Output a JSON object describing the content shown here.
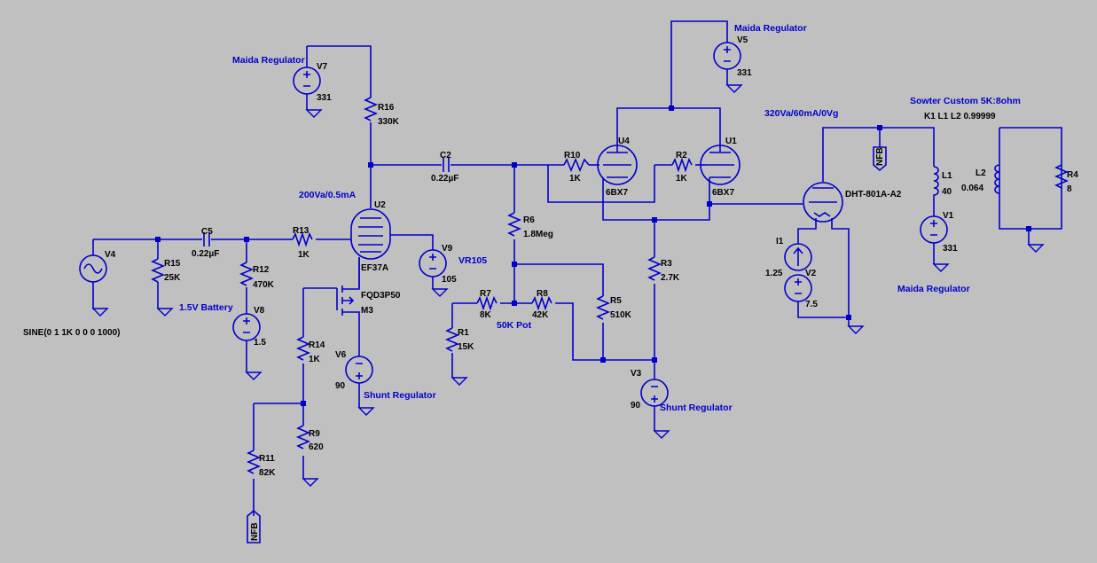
{
  "components": {
    "R16": {
      "name": "R16",
      "value": "330K"
    },
    "C2": {
      "name": "C2",
      "value": "0.22µF"
    },
    "R10": {
      "name": "R10",
      "value": "1K"
    },
    "U4": {
      "name": "U4",
      "value": "6BX7"
    },
    "R2": {
      "name": "R2",
      "value": "1K"
    },
    "U1": {
      "name": "U1",
      "value": "6BX7"
    },
    "V5": {
      "name": "V5",
      "value": "331"
    },
    "V7": {
      "name": "V7",
      "value": "331"
    },
    "U2": {
      "name": "U2",
      "value": "EF37A"
    },
    "C5": {
      "name": "C5",
      "value": "0.22µF"
    },
    "V4": {
      "name": "V4",
      "value": "SINE(0 1 1K 0 0 0 1000)"
    },
    "R15": {
      "name": "R15",
      "value": "25K"
    },
    "R12": {
      "name": "R12",
      "value": "470K"
    },
    "R13": {
      "name": "R13",
      "value": "1K"
    },
    "V8": {
      "name": "V8",
      "value": "1.5"
    },
    "V9": {
      "name": "V9",
      "value": "105"
    },
    "M3": {
      "name": "M3",
      "value": "FQD3P50"
    },
    "R14": {
      "name": "R14",
      "value": "1K"
    },
    "V6": {
      "name": "V6",
      "value": "90"
    },
    "R9": {
      "name": "R9",
      "value": "620"
    },
    "R11": {
      "name": "R11",
      "value": "82K"
    },
    "R6": {
      "name": "R6",
      "value": "1.8Meg"
    },
    "R7": {
      "name": "R7",
      "value": "8K"
    },
    "R8": {
      "name": "R8",
      "value": "42K"
    },
    "R5": {
      "name": "R5",
      "value": "510K"
    },
    "R1": {
      "name": "R1",
      "value": "15K"
    },
    "R3": {
      "name": "R3",
      "value": "2.7K"
    },
    "V3": {
      "name": "V3",
      "value": "90"
    },
    "TUBE": {
      "name": "",
      "value": "DHT-801A-A2"
    },
    "I1": {
      "name": "I1",
      "value": "1.25"
    },
    "V2": {
      "name": "V2",
      "value": "7.5"
    },
    "L1": {
      "name": "L1",
      "value": "40"
    },
    "L2": {
      "name": "L2",
      "value": "0.064"
    },
    "V1": {
      "name": "V1",
      "value": "331"
    },
    "R4": {
      "name": "R4",
      "value": "8"
    }
  },
  "annotations": {
    "maida_v7": "Maida Regulator",
    "maida_v5": "Maida Regulator",
    "maida_v1": "Maida Regulator",
    "bias_u2": "200Va/0.5mA",
    "bias_output": "320Va/60mA/0Vg",
    "sowter": "Sowter Custom 5K:8ohm",
    "coupling": "K1 L1 L2 0.99999",
    "battery": "1.5V Battery",
    "vr105": "VR105",
    "pot": "50K Pot",
    "shunt_v6": "Shunt Regulator",
    "shunt_v3": "Shunt Regulator"
  },
  "net_labels": {
    "nfb_top": "NFB",
    "nfb_bottom": "NFB"
  }
}
